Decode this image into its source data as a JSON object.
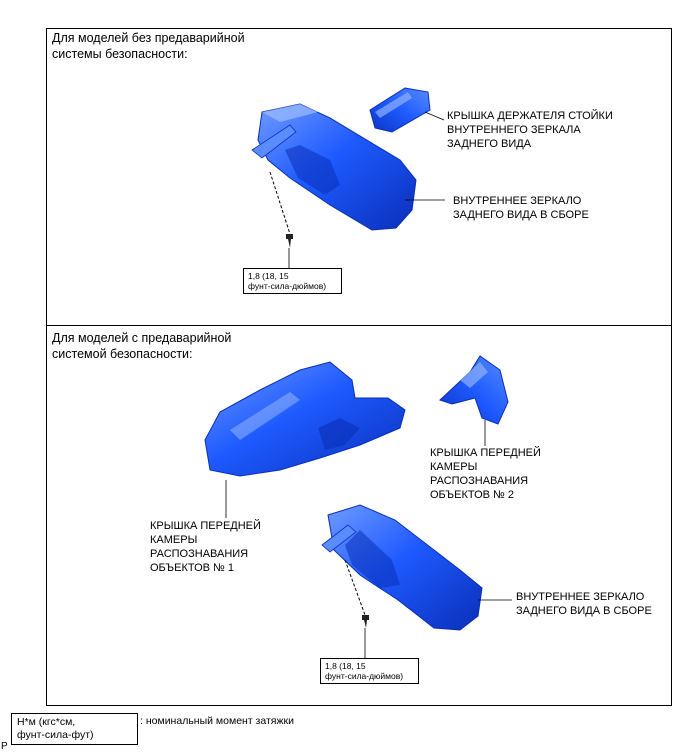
{
  "panel1": {
    "heading": "Для моделей без предаварийной\nсистемы безопасности:",
    "cover_label": "КРЫШКА ДЕРЖАТЕЛЯ СТОЙКИ\nВНУТРЕННЕГО ЗЕРКАЛА\nЗАДНЕГО ВИДА",
    "mirror_label": "ВНУТРЕННЕЕ ЗЕРКАЛО\nЗАДНЕГО ВИДА В СБОРЕ",
    "torque": "1,8 (18, 15\nфунт-сила-дюймов)"
  },
  "panel2": {
    "heading": "Для моделей с предаварийной\nсистемой безопасности:",
    "camera_cover2_label": "КРЫШКА ПЕРЕДНЕЙ\nКАМЕРЫ\nРАСПОЗНАВАНИЯ\nОБЪЕКТОВ № 2",
    "camera_cover1_label": "КРЫШКА ПЕРЕДНЕЙ\nКАМЕРЫ\nРАСПОЗНАВАНИЯ\nОБЪЕКТОВ № 1",
    "mirror_label": "ВНУТРЕННЕЕ ЗЕРКАЛО\nЗАДНЕГО ВИДА В СБОРЕ",
    "torque": "1,8 (18, 15\nфунт-сила-дюймов)"
  },
  "legend": {
    "unit_box": "Н*м (кгс*см,\nфунт-сила-фут)",
    "description": ": номинальный момент затяжки"
  },
  "corner_code": "P",
  "colors": {
    "part_fill": "#1e5aff",
    "part_dark": "#0a2fb8",
    "part_light": "#6f9bff"
  }
}
